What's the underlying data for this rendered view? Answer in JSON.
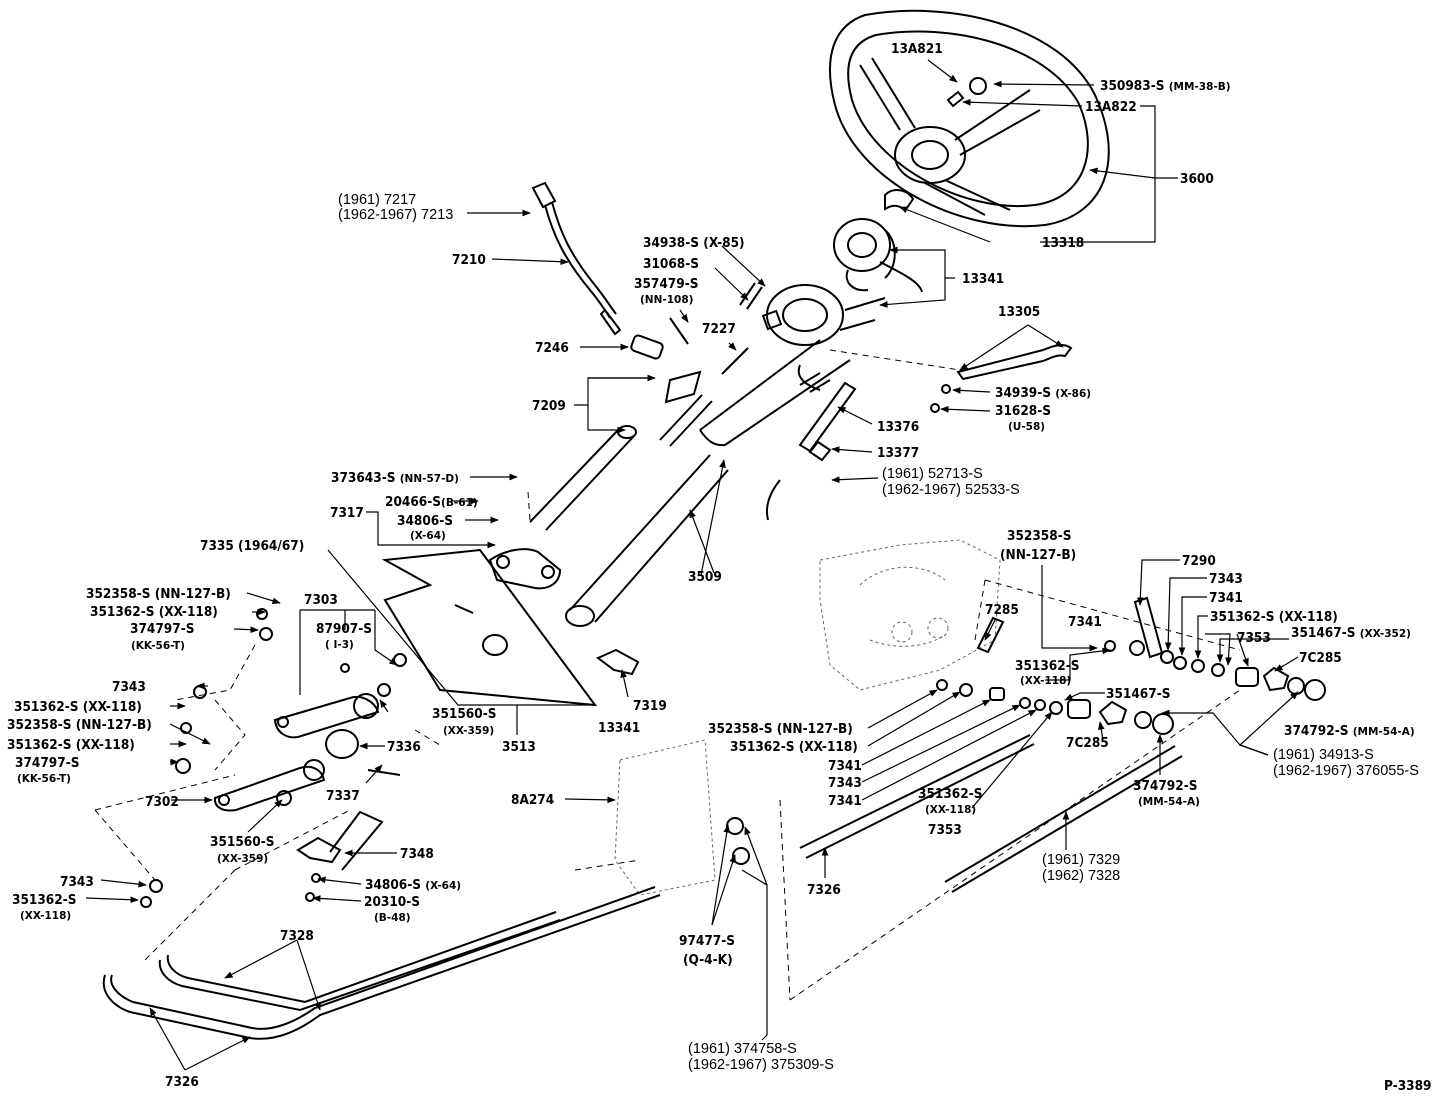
{
  "labels": [
    {
      "id": "13A821",
      "t": "13A821"
    },
    {
      "id": "350983",
      "t": "350983-S",
      "s": "(MM-38-B)"
    },
    {
      "id": "13A822",
      "t": "13A822"
    },
    {
      "id": "3600",
      "t": "3600"
    },
    {
      "id": "13318",
      "t": "13318"
    },
    {
      "id": "13341a",
      "t": "13341"
    },
    {
      "id": "7217",
      "t": "(1961) 7217"
    },
    {
      "id": "7213",
      "t": "(1962-1967) 7213"
    },
    {
      "id": "34938",
      "t": "34938-S (X-85)"
    },
    {
      "id": "31068",
      "t": "31068-S"
    },
    {
      "id": "357479",
      "t": "357479-S"
    },
    {
      "id": "nn108",
      "t": "(NN-108)"
    },
    {
      "id": "7210",
      "t": "7210"
    },
    {
      "id": "7227",
      "t": "7227"
    },
    {
      "id": "7246",
      "t": "7246"
    },
    {
      "id": "13305",
      "t": "13305"
    },
    {
      "id": "34939",
      "t": "34939-S",
      "s": "(X-86)"
    },
    {
      "id": "31628",
      "t": "31628-S"
    },
    {
      "id": "u58",
      "t": "(U-58)"
    },
    {
      "id": "7209",
      "t": "7209"
    },
    {
      "id": "13376",
      "t": "13376"
    },
    {
      "id": "13377",
      "t": "13377"
    },
    {
      "id": "52713",
      "t": "(1961) 52713-S"
    },
    {
      "id": "52533",
      "t": "(1962-1967) 52533-S"
    },
    {
      "id": "373643",
      "t": "373643-S",
      "s": "(NN-57-D)"
    },
    {
      "id": "20466",
      "t": "20466-S",
      "s": "(B-61)"
    },
    {
      "id": "7317",
      "t": "7317"
    },
    {
      "id": "34806a",
      "t": "34806-S"
    },
    {
      "id": "x64a",
      "t": "(X-64)"
    },
    {
      "id": "7335",
      "t": "7335 (1964/67)"
    },
    {
      "id": "3509",
      "t": "3509"
    },
    {
      "id": "352358top",
      "t": "352358-S"
    },
    {
      "id": "nn127top",
      "t": "(NN-127-B)"
    },
    {
      "id": "7290",
      "t": "7290"
    },
    {
      "id": "7343r",
      "t": "7343"
    },
    {
      "id": "7341r1",
      "t": "7341"
    },
    {
      "id": "351362r",
      "t": "351362-S (XX-118)"
    },
    {
      "id": "7341r2",
      "t": "7341"
    },
    {
      "id": "7353r",
      "t": "7353"
    },
    {
      "id": "351467r",
      "t": "351467-S",
      "s": "(XX-352)"
    },
    {
      "id": "7c285r",
      "t": "7C285"
    },
    {
      "id": "7285",
      "t": "7285"
    },
    {
      "id": "351362m",
      "t": "351362-S"
    },
    {
      "id": "xx118m",
      "t": "(XX-118)"
    },
    {
      "id": "351467m",
      "t": "351467-S"
    },
    {
      "id": "352358a",
      "t": "352358-S (NN-127-B)"
    },
    {
      "id": "351362a",
      "t": "351362-S (XX-118)"
    },
    {
      "id": "374797a",
      "t": "374797-S"
    },
    {
      "id": "kk56a",
      "t": "(KK-56-T)"
    },
    {
      "id": "7303",
      "t": "7303"
    },
    {
      "id": "87907",
      "t": "87907-S"
    },
    {
      "id": "i3",
      "t": "( I-3)"
    },
    {
      "id": "7319",
      "t": "7319"
    },
    {
      "id": "13341b",
      "t": "13341"
    },
    {
      "id": "7343a",
      "t": "7343"
    },
    {
      "id": "351362b",
      "t": "351362-S (XX-118)"
    },
    {
      "id": "352358b",
      "t": "352358-S (NN-127-B)"
    },
    {
      "id": "351362c",
      "t": "351362-S (XX-118)"
    },
    {
      "id": "374797b",
      "t": "374797-S"
    },
    {
      "id": "kk56b",
      "t": "(KK-56-T)"
    },
    {
      "id": "351560a",
      "t": "351560-S"
    },
    {
      "id": "xx359a",
      "t": "(XX-359)"
    },
    {
      "id": "7336",
      "t": "7336"
    },
    {
      "id": "3513",
      "t": "3513"
    },
    {
      "id": "352358m",
      "t": "352358-S (NN-127-B)"
    },
    {
      "id": "351362n",
      "t": "351362-S (XX-118)"
    },
    {
      "id": "7341m1",
      "t": "7341"
    },
    {
      "id": "7343m",
      "t": "7343"
    },
    {
      "id": "7341m2",
      "t": "7341"
    },
    {
      "id": "7c285m",
      "t": "7C285"
    },
    {
      "id": "374792a",
      "t": "374792-S",
      "s": "(MM-54-A)"
    },
    {
      "id": "34913",
      "t": "(1961) 34913-S"
    },
    {
      "id": "376055",
      "t": "(1962-1967) 376055-S"
    },
    {
      "id": "351362d",
      "t": "351362-S"
    },
    {
      "id": "xx118d",
      "t": "(XX-118)"
    },
    {
      "id": "7353m",
      "t": "7353"
    },
    {
      "id": "374792b",
      "t": "374792-S"
    },
    {
      "id": "mm54b",
      "t": "(MM-54-A)"
    },
    {
      "id": "7302",
      "t": "7302"
    },
    {
      "id": "7337",
      "t": "7337"
    },
    {
      "id": "8a274",
      "t": "8A274"
    },
    {
      "id": "351560b",
      "t": "351560-S"
    },
    {
      "id": "xx359b",
      "t": "(XX-359)"
    },
    {
      "id": "7348",
      "t": "7348"
    },
    {
      "id": "7343b",
      "t": "7343"
    },
    {
      "id": "34806b",
      "t": "34806-S",
      "s": "(X-64)"
    },
    {
      "id": "351362e",
      "t": "351362-S"
    },
    {
      "id": "xx118e",
      "t": "(XX-118)"
    },
    {
      "id": "20310",
      "t": "20310-S"
    },
    {
      "id": "b48",
      "t": "(B-48)"
    },
    {
      "id": "7326m",
      "t": "7326"
    },
    {
      "id": "7329",
      "t": "(1961) 7329"
    },
    {
      "id": "7328r",
      "t": "(1962) 7328"
    },
    {
      "id": "7328l",
      "t": "7328"
    },
    {
      "id": "97477",
      "t": "97477-S"
    },
    {
      "id": "q4k",
      "t": "(Q-4-K)"
    },
    {
      "id": "374758",
      "t": "(1961) 374758-S"
    },
    {
      "id": "375309",
      "t": "(1962-1967) 375309-S"
    },
    {
      "id": "7326l",
      "t": "7326"
    },
    {
      "id": "p3389",
      "t": "P-3389"
    }
  ]
}
